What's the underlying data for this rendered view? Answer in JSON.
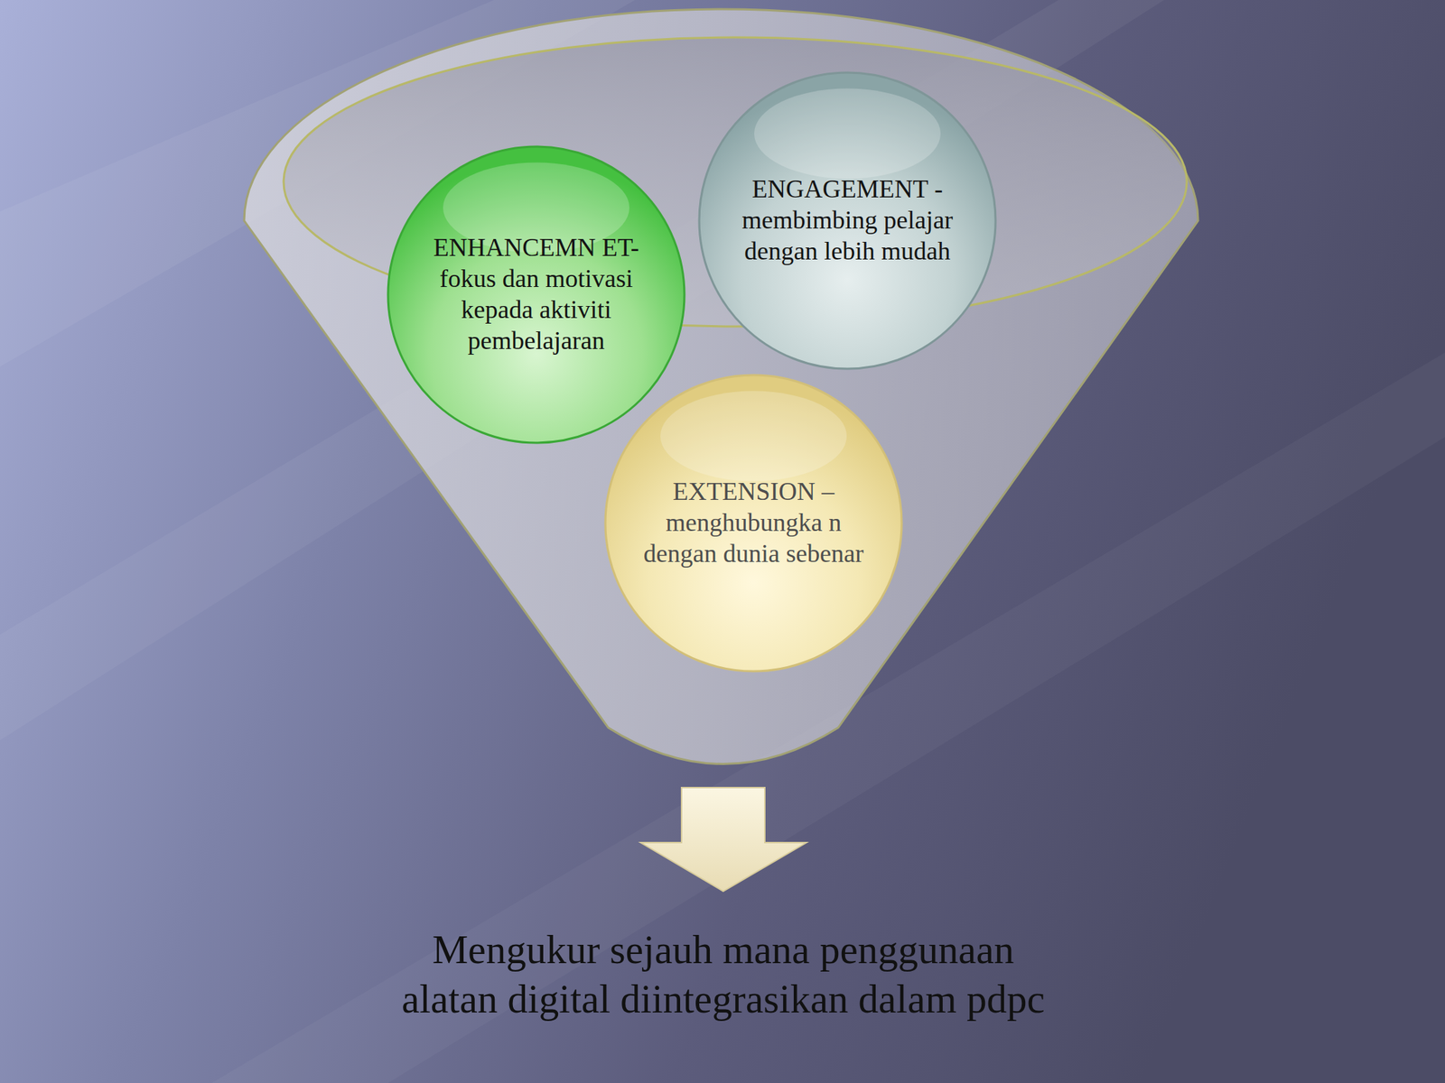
{
  "diagram": {
    "nodes": [
      {
        "text": [
          "ENHANCEMN ET- fokus dan motivasi kepada aktiviti pembelajaran"
        ]
      },
      {
        "text": [
          "ENGAGEMENT -membimbing pelajar dengan lebih mudah"
        ]
      },
      {
        "text": [
          "EXTENSION – menghubungka n dengan dunia sebenar"
        ]
      }
    ],
    "caption": "Mengukur sejauh mana penggunaan alatan digital diintegrasikan dalam pdpc"
  }
}
